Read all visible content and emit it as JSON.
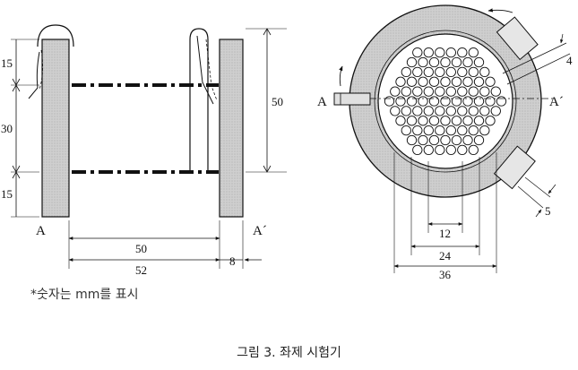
{
  "left_view": {
    "dims_vertical": [
      "15",
      "30",
      "15",
      "50"
    ],
    "dims_horizontal": [
      "50",
      "52",
      "8"
    ],
    "label_a": "A",
    "label_a_prime": "A´"
  },
  "right_view": {
    "label_a": "A",
    "label_a_prime": "A´",
    "dims": [
      "4",
      "5",
      "12",
      "24",
      "36"
    ]
  },
  "note": "*숫자는 mm를 표시",
  "caption": "그림 3. 좌제 시험기",
  "colors": {
    "line": "#111111",
    "fill_gray": "#c8c8c8",
    "fill_light": "#dcdcdc"
  }
}
